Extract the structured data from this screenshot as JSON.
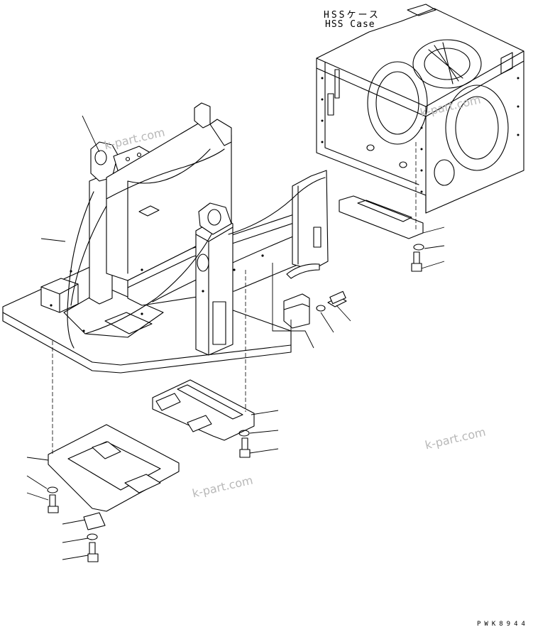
{
  "diagram": {
    "case_label_jp": "HSSケース",
    "case_label_en": "HSS Case",
    "drawing_code": "PWK8944",
    "watermark": "k-part.com"
  }
}
